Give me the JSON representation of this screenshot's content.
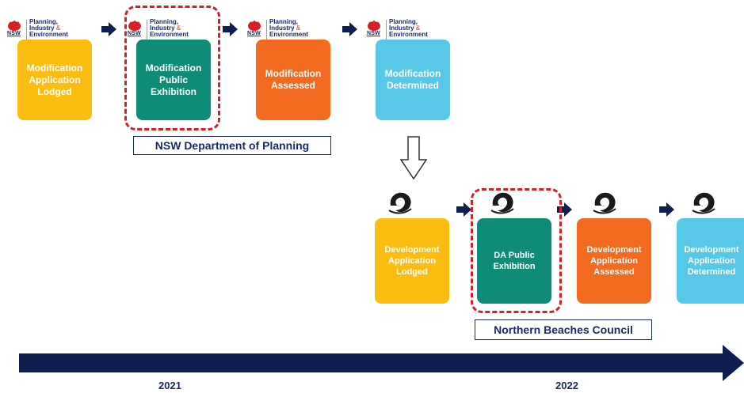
{
  "logo_text": {
    "badge": "NSW",
    "line1": "Planning,",
    "line2": "Industry",
    "amp": "&",
    "line3": "Environment"
  },
  "top_row": {
    "stages": [
      {
        "label": "Modification Application Lodged",
        "lines": [
          "Modification",
          "Application",
          "Lodged"
        ],
        "color": "#fcbd12"
      },
      {
        "label": "Modification Public Exhibition",
        "lines": [
          "Modification",
          "Public",
          "Exhibition"
        ],
        "color": "#0f8c77"
      },
      {
        "label": "Modification Assessed",
        "lines": [
          "Modification",
          "Assessed"
        ],
        "color": "#f26b21"
      },
      {
        "label": "Modification Determined",
        "lines": [
          "Modification",
          "Determined"
        ],
        "color": "#58c8e8"
      }
    ],
    "authority": "NSW Department of Planning"
  },
  "bottom_row": {
    "stages": [
      {
        "label": "Development Application Lodged",
        "lines": [
          "Development",
          "Application",
          "Lodged"
        ],
        "color": "#fcbd12"
      },
      {
        "label": "DA Public Exhibition",
        "lines": [
          "DA Public",
          "Exhibition"
        ],
        "color": "#0f8c77"
      },
      {
        "label": "Development Application Assessed",
        "lines": [
          "Development",
          "Application",
          "Assessed"
        ],
        "color": "#f26b21"
      },
      {
        "label": "Development Application Determined",
        "lines": [
          "Development",
          "Application",
          "Determined"
        ],
        "color": "#58c8e8"
      }
    ],
    "authority": "Northern Beaches Council"
  },
  "timeline": {
    "years": [
      "2021",
      "2022"
    ],
    "color": "#0d1e4f"
  }
}
